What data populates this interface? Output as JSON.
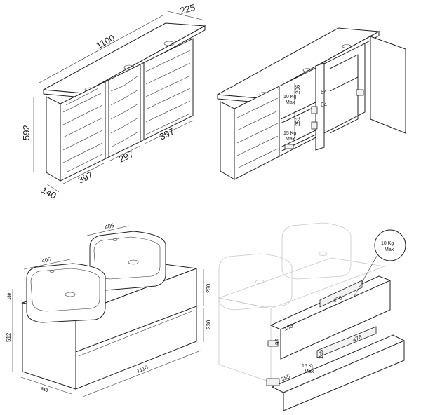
{
  "panels": {
    "mirror_cabinet_closed": {
      "width": "1100",
      "depth": "225",
      "height": "592",
      "side_depth": "140",
      "left_door": "397",
      "middle_door": "297",
      "right_door": "397"
    },
    "mirror_cabinet_open": {
      "shelf_spacing_upper": "206",
      "shelf_spacing_lower": "251",
      "gap_a": "64",
      "gap_b": "64",
      "load_upper": "10 Kg",
      "load_upper_sub": "Max",
      "load_lower": "15 Kg",
      "load_lower_sub": "Max"
    },
    "vanity_closed": {
      "basin_width_rear": "405",
      "basin_width_front": "405",
      "basin_height": "180",
      "unit_height": "512",
      "drawer_top": "230",
      "drawer_bottom": "230",
      "unit_width": "1110",
      "unit_depth": "513"
    },
    "vanity_open": {
      "callout_load": "10 Kg",
      "callout_sub": "Max",
      "top_inner_width": "476",
      "top_inner_depth": "185",
      "top_inner_height": "95",
      "bottom_inner_width": "476",
      "bottom_inner_height": "155",
      "bottom_inner_depth": "385",
      "bottom_load": "15 Kg",
      "bottom_load_sub": "Max"
    }
  }
}
